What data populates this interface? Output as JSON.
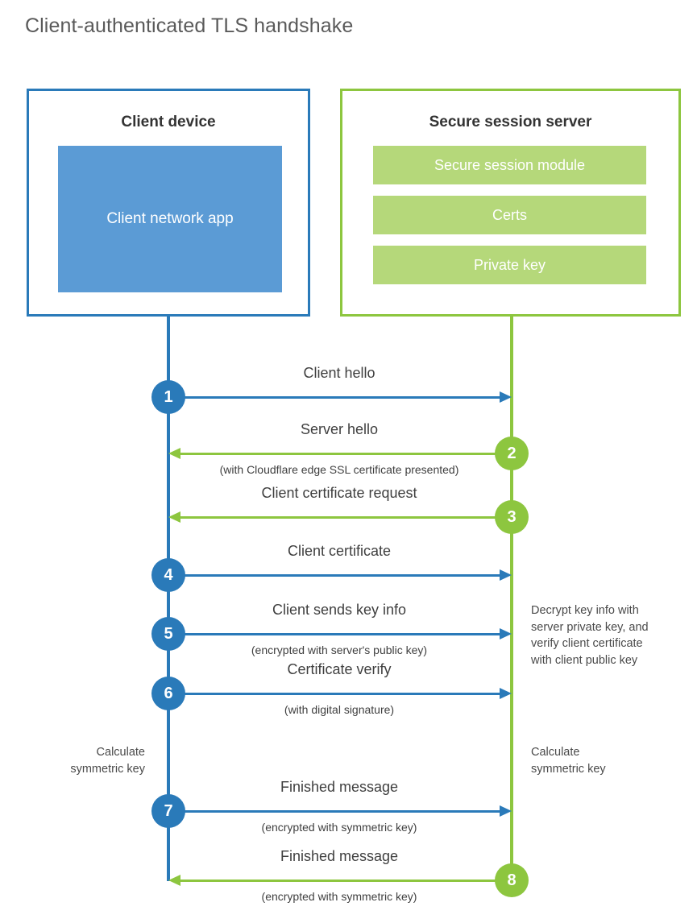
{
  "title": "Client-authenticated TLS handshake",
  "colors": {
    "blue": "#2a7ab9",
    "blue_fill": "#5b9bd5",
    "green": "#8dc63f",
    "green_fill": "#b5d87a",
    "text": "#3f3f3f",
    "title_text": "#5a5a5a"
  },
  "actors": {
    "client": {
      "title": "Client device",
      "app_label": "Client network app"
    },
    "server": {
      "title": "Secure session server",
      "components": [
        "Secure session module",
        "Certs",
        "Private key"
      ]
    }
  },
  "steps": [
    {
      "number": "1",
      "direction": "ltr",
      "color": "blue",
      "primary": "Client hello",
      "secondary": ""
    },
    {
      "number": "2",
      "direction": "rtl",
      "color": "green",
      "primary": "Server hello",
      "secondary": "(with Cloudflare edge SSL certificate presented)"
    },
    {
      "number": "3",
      "direction": "rtl",
      "color": "green",
      "primary": "Client certificate request",
      "secondary": ""
    },
    {
      "number": "4",
      "direction": "ltr",
      "color": "blue",
      "primary": "Client certificate",
      "secondary": ""
    },
    {
      "number": "5",
      "direction": "ltr",
      "color": "blue",
      "primary": "Client sends key info",
      "secondary": "(encrypted with server's public key)"
    },
    {
      "number": "6",
      "direction": "ltr",
      "color": "blue",
      "primary": "Certificate verify",
      "secondary": "(with digital signature)"
    },
    {
      "number": "7",
      "direction": "ltr",
      "color": "blue",
      "primary": "Finished message",
      "secondary": "(encrypted with symmetric key)"
    },
    {
      "number": "8",
      "direction": "rtl",
      "color": "green",
      "primary": "Finished message",
      "secondary": "(encrypted with symmetric key)"
    }
  ],
  "annotations": {
    "server_decrypt": [
      "Decrypt key info with",
      "server private key, and",
      "verify client certificate",
      "with client public key"
    ],
    "client_calculate": [
      "Calculate",
      "symmetric key"
    ],
    "server_calculate": [
      "Calculate",
      "symmetric key"
    ]
  }
}
